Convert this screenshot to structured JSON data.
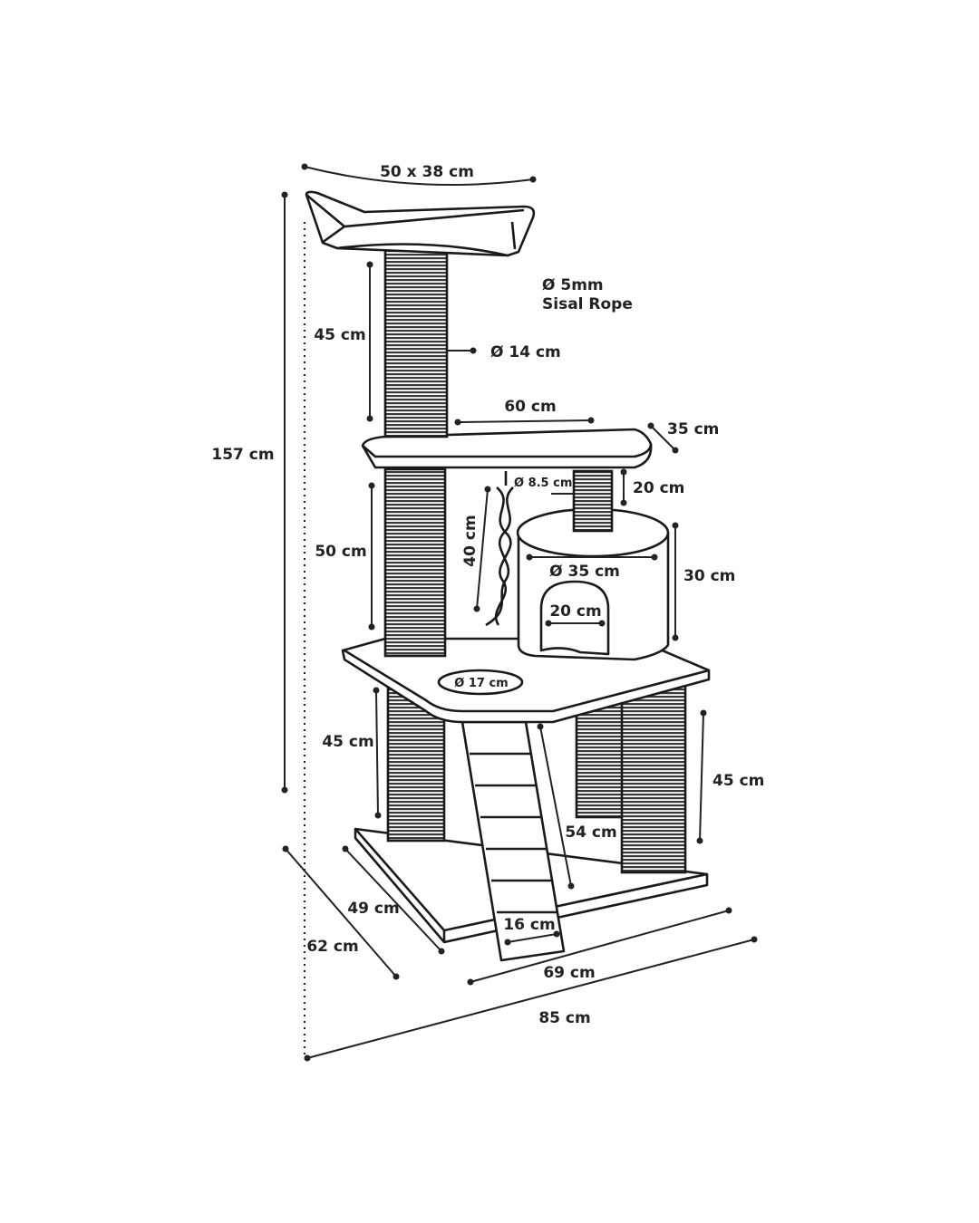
{
  "colors": {
    "line": "#1a1a1a",
    "background": "#ffffff",
    "sisal": "#3a3a3a"
  },
  "labels": {
    "top_bed": "50 x 38 cm",
    "total_height": "157 cm",
    "rope_diameter": "Ø 5mm",
    "rope_material": "Sisal Rope",
    "top_post_height": "45 cm",
    "post_diameter": "Ø 14 cm",
    "mid_platform_length": "60 cm",
    "mid_platform_width": "35 cm",
    "small_post_diameter": "Ø 8.5 cm",
    "small_post_height": "20 cm",
    "middle_post_height": "50 cm",
    "rope_length": "40 cm",
    "house_diameter": "Ø 35 cm",
    "house_height": "30 cm",
    "door_width": "20 cm",
    "hole_diameter": "Ø 17 cm",
    "lower_left_post_height": "45 cm",
    "lower_right_post_height": "45 cm",
    "ladder_length": "54 cm",
    "base_depth": "49 cm",
    "overall_depth": "62 cm",
    "ladder_width": "16 cm",
    "base_width": "69 cm",
    "overall_width": "85 cm"
  }
}
